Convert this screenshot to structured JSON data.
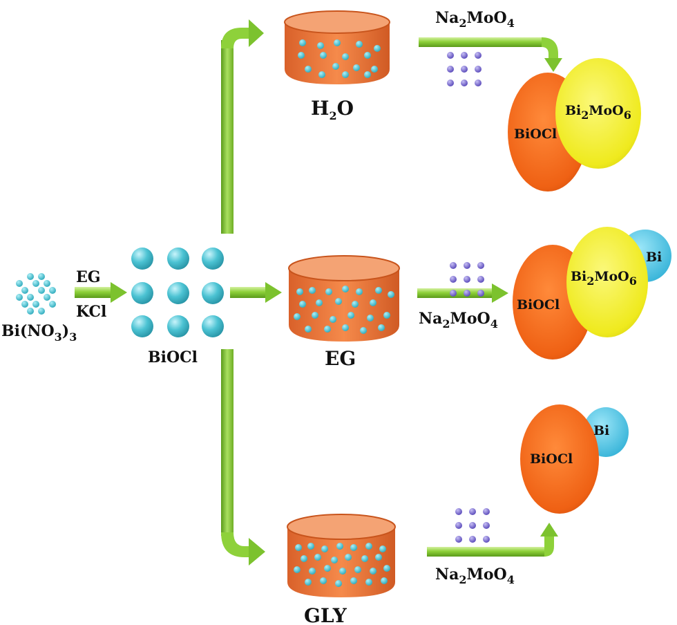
{
  "labels": {
    "precursor": {
      "main": "Bi(NO",
      "sub": "3",
      "close": ")",
      "sub2": "3"
    },
    "reagent_top": "EG",
    "reagent_bottom": "KCl",
    "intermediate": "BiOCl",
    "solvent_water": {
      "main": "H",
      "sub": "2",
      "tail": "O"
    },
    "solvent_eg": "EG",
    "solvent_gly": "GLY",
    "molybdate": {
      "main": "Na",
      "sub": "2",
      "mid": "MoO",
      "sub2": "4"
    }
  },
  "products": {
    "row1": {
      "biocl": "BiOCl",
      "bi2moo6": {
        "main": "Bi",
        "sub": "2",
        "mid": "MoO",
        "sub2": "6"
      }
    },
    "row2": {
      "biocl": "BiOCl",
      "bi2moo6": {
        "main": "Bi",
        "sub": "2",
        "mid": "MoO",
        "sub2": "6"
      },
      "bi": "Bi"
    },
    "row3": {
      "biocl": "BiOCl",
      "bi": "Bi"
    }
  },
  "colors": {
    "arrow_green": "#8ed13a",
    "arrow_dark": "#5a9a1a",
    "beaker_orange": "#f07a3a",
    "beaker_top": "#f4a374",
    "particle_cyan": "#35b7c8",
    "particle_purple": "#6b5cc8",
    "biocl_orange": "#f26b1d",
    "bi2moo6_yellow": "#f2ee2a",
    "bi_blue": "#4fc6e6"
  }
}
